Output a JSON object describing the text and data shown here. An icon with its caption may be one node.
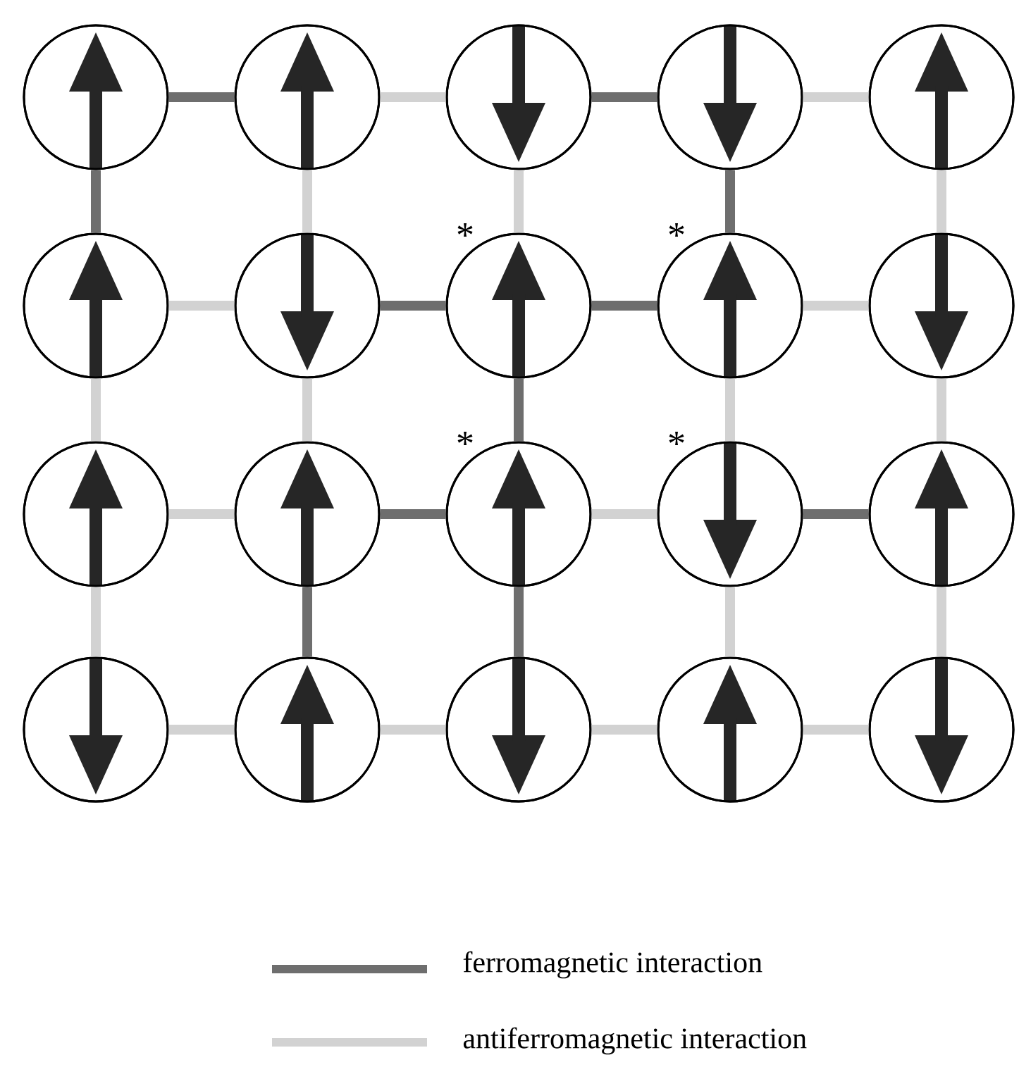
{
  "diagram": {
    "nodes": [
      {
        "text": [],
        "shape": "circle"
      },
      {
        "text": [],
        "shape": "circle"
      },
      {
        "text": [],
        "shape": "circle"
      },
      {
        "text": [],
        "shape": "circle"
      },
      {
        "text": [],
        "shape": "circle"
      },
      {
        "text": [],
        "shape": "circle"
      },
      {
        "text": [],
        "shape": "circle"
      },
      {
        "text": [],
        "shape": "circle",
        "beside": [
          "*"
        ]
      },
      {
        "text": [],
        "shape": "circle",
        "beside": [
          "*"
        ]
      },
      {
        "text": [],
        "shape": "circle"
      },
      {
        "text": [],
        "shape": "circle"
      },
      {
        "text": [],
        "shape": "circle"
      },
      {
        "text": [],
        "shape": "circle",
        "beside": [
          "*"
        ]
      },
      {
        "text": [],
        "shape": "circle",
        "beside": [
          "*"
        ]
      },
      {
        "text": [],
        "shape": "circle"
      },
      {
        "text": [],
        "shape": "circle"
      },
      {
        "text": [],
        "shape": "circle"
      },
      {
        "text": [],
        "shape": "circle"
      },
      {
        "text": [],
        "shape": "circle"
      },
      {
        "text": [],
        "shape": "circle"
      }
    ],
    "edges": [
      {
        "from": 0,
        "to": 1,
        "arrow": "none",
        "color": "#6e6e6e"
      },
      {
        "from": 1,
        "to": 2,
        "arrow": "none"
      },
      {
        "from": 2,
        "to": 3,
        "arrow": "none",
        "color": "#6e6e6e"
      },
      {
        "from": 3,
        "to": 4,
        "arrow": "none"
      },
      {
        "from": 0,
        "to": 5,
        "arrow": "none",
        "color": "#6e6e6e"
      },
      {
        "from": 1,
        "to": 6,
        "arrow": "none"
      },
      {
        "from": 2,
        "to": 7,
        "arrow": "none"
      },
      {
        "from": 3,
        "to": 8,
        "arrow": "none",
        "color": "#6e6e6e"
      },
      {
        "from": 4,
        "to": 9,
        "arrow": "none"
      },
      {
        "from": 5,
        "to": 6,
        "arrow": "none"
      },
      {
        "from": 6,
        "to": 7,
        "arrow": "none",
        "color": "#6e6e6e"
      },
      {
        "from": 7,
        "to": 8,
        "arrow": "none",
        "color": "#6e6e6e"
      },
      {
        "from": 8,
        "to": 9,
        "arrow": "none"
      },
      {
        "from": 5,
        "to": 10,
        "arrow": "none"
      },
      {
        "from": 6,
        "to": 11,
        "arrow": "none"
      },
      {
        "from": 7,
        "to": 12,
        "arrow": "none",
        "color": "#6e6e6e"
      },
      {
        "from": 8,
        "to": 13,
        "arrow": "none"
      },
      {
        "from": 9,
        "to": 14,
        "arrow": "none"
      },
      {
        "from": 10,
        "to": 11,
        "arrow": "none"
      },
      {
        "from": 11,
        "to": 12,
        "arrow": "none",
        "color": "#6e6e6e"
      },
      {
        "from": 12,
        "to": 13,
        "arrow": "none"
      },
      {
        "from": 13,
        "to": 14,
        "arrow": "none",
        "color": "#6e6e6e"
      },
      {
        "from": 10,
        "to": 15,
        "arrow": "none"
      },
      {
        "from": 11,
        "to": 16,
        "arrow": "none",
        "color": "#6e6e6e"
      },
      {
        "from": 12,
        "to": 17,
        "arrow": "none",
        "color": "#6e6e6e"
      },
      {
        "from": 13,
        "to": 18,
        "arrow": "none"
      },
      {
        "from": 14,
        "to": 19,
        "arrow": "none"
      },
      {
        "from": 15,
        "to": 16,
        "arrow": "none"
      },
      {
        "from": 16,
        "to": 17,
        "arrow": "none"
      },
      {
        "from": 17,
        "to": 18,
        "arrow": "none"
      },
      {
        "from": 18,
        "to": 19,
        "arrow": "none"
      }
    ],
    "legend": [
      {
        "text": "ferromagnetic interaction",
        "color": "#6e6e6e"
      },
      {
        "text": "antiferromagnetic interaction",
        "color": "#d2d2d2"
      }
    ]
  }
}
